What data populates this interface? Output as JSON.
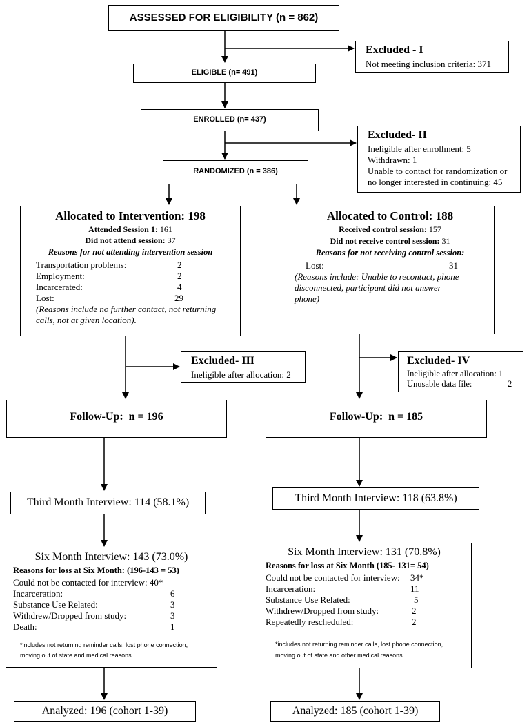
{
  "assessed": {
    "label": "ASSESSED FOR ELIGIBILITY (n = 862)"
  },
  "excluded1": {
    "title": "Excluded - I",
    "line1": "Not meeting inclusion criteria: 371"
  },
  "eligible": {
    "label": "ELIGIBLE (n= 491)"
  },
  "enrolled": {
    "label": "ENROLLED (n= 437)"
  },
  "excluded2": {
    "title": "Excluded- II",
    "line1": "Ineligible after enrollment: 5",
    "line2": "Withdrawn: 1",
    "line3": "Unable to contact for randomization or",
    "line4": "no longer interested in continuing: 45"
  },
  "randomized": {
    "label": "RANDOMIZED (n = 386)"
  },
  "intervention": {
    "title": "Allocated to Intervention: 198",
    "attended_label": "Attended Session 1:",
    "attended_value": "161",
    "notattend_label": "Did not attend session:",
    "notattend_value": "37",
    "reasons_title": "Reasons for not attending intervention session",
    "reasons": [
      {
        "label": "Transportation problems:",
        "value": "2"
      },
      {
        "label": "Employment:",
        "value": "2"
      },
      {
        "label": "Incarcerated:",
        "value": "4"
      },
      {
        "label": "Lost:",
        "value": "29"
      }
    ],
    "note1": "(Reasons include no further contact, not returning",
    "note2": "calls, not at given location)."
  },
  "control": {
    "title": "Allocated to Control: 188",
    "received_label": "Received control session:",
    "received_value": "157",
    "notreceived_label": "Did not receive control session:",
    "notreceived_value": "31",
    "reasons_title": "Reasons for not receiving control session:",
    "lost_label": "Lost:",
    "lost_value": "31",
    "note1": "(Reasons include: Unable to recontact, phone",
    "note2": "disconnected, participant did not answer",
    "note3": "phone)"
  },
  "excluded3": {
    "title": "Excluded- III",
    "line1": "Ineligible after allocation: 2"
  },
  "excluded4": {
    "title": "Excluded- IV",
    "line1": "Ineligible after allocation: 1",
    "line2_label": "Unusable data file:",
    "line2_value": "2"
  },
  "followup_left": {
    "label": "Follow-Up:  n = 196"
  },
  "followup_right": {
    "label": "Follow-Up:  n = 185"
  },
  "third_left": {
    "label": "Third Month Interview: 114 (58.1%)"
  },
  "third_right": {
    "label": "Third Month Interview: 118 (63.8%)"
  },
  "six_left": {
    "title": "Six Month Interview: 143 (73.0%)",
    "reasons_title": "Reasons for loss at Six Month: (196-143 = 53)",
    "reasons": [
      {
        "label": "Could not be contacted for interview: 40*",
        "value": ""
      },
      {
        "label": "Incarceration:",
        "value": "6"
      },
      {
        "label": "Substance Use Related:",
        "value": "3"
      },
      {
        "label": "Withdrew/Dropped from study:",
        "value": "3"
      },
      {
        "label": "Death:",
        "value": "1"
      }
    ],
    "footnote1": "*includes not returning reminder calls, lost phone connection,",
    "footnote2": "moving out of state and medical reasons"
  },
  "six_right": {
    "title": "Six Month Interview: 131 (70.8%)",
    "reasons_title": "Reasons for loss at Six Month (185- 131= 54)",
    "reasons": [
      {
        "label": "Could not be contacted for interview:",
        "value": "34*"
      },
      {
        "label": "Incarceration:",
        "value": "11"
      },
      {
        "label": "Substance Use Related:",
        "value": "5"
      },
      {
        "label": "Withdrew/Dropped from study:",
        "value": "2"
      },
      {
        "label": "Repeatedly rescheduled:",
        "value": "2"
      }
    ],
    "footnote1": "*includes not returning reminder calls, lost phone connection,",
    "footnote2": "moving out of state and other medical reasons"
  },
  "analyzed_left": {
    "label": "Analyzed: 196 (cohort 1-39)"
  },
  "analyzed_right": {
    "label": "Analyzed: 185 (cohort 1-39)"
  }
}
